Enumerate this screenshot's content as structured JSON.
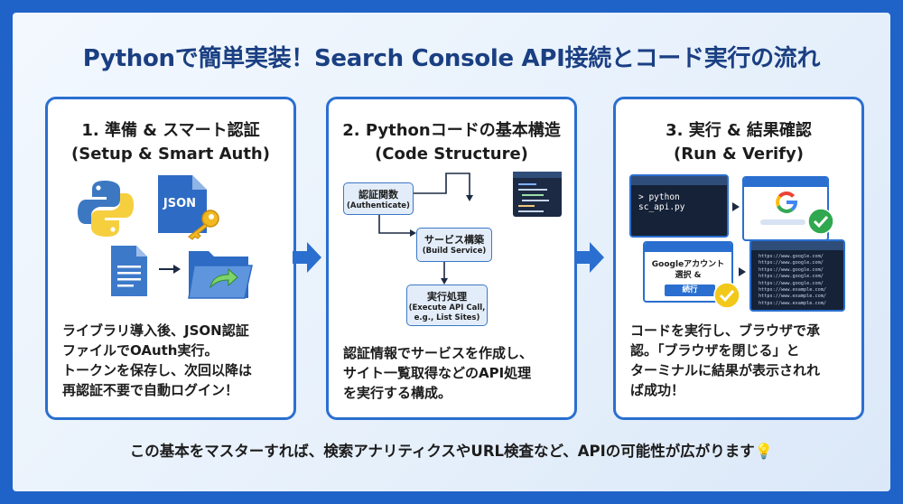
{
  "title": "Pythonで簡単実装！Search Console API接続とコード実行の流れ",
  "steps": [
    {
      "heading_line1": "1. 準備 & スマート認証",
      "heading_line2": "(Setup & Smart Auth)",
      "description": "ライブラリ導入後、JSON認証\nファイルでOAuth実行。\nトークンを保存し、次回以降は\n再認証不要で自動ログイン！",
      "icons": [
        "python-logo-icon",
        "json-file-icon",
        "key-icon",
        "document-icon",
        "right-arrow-icon",
        "open-folder-icon"
      ],
      "json_label": "JSON"
    },
    {
      "heading_line1": "2. Pythonコードの基本構造",
      "heading_line2": "(Code Structure)",
      "description": "認証情報でサービスを作成し、\nサイト一覧取得などのAPI処理\nを実行する構成。",
      "flow": {
        "auth": {
          "title": "認証関数",
          "sub": "(Authenticate)"
        },
        "build": {
          "title": "サービス構築",
          "sub": "(Build Service)"
        },
        "execute": {
          "title": "実行処理",
          "sub1": "(Execute API Call,",
          "sub2": "e.g., List Sites)"
        }
      }
    },
    {
      "heading_line1": "3. 実行 & 結果確認",
      "heading_line2": "(Run & Verify)",
      "description": "コードを実行し、ブラウザで承\n認。「ブラウザを閉じる」と\nターミナルに結果が表示されれ\nば成功！",
      "command": "> python sc_api.py",
      "dialog_text": "Googleアカウント\n選択 &",
      "continue_label": "続行",
      "urls": "https://www.google.com/\nhttps://www.google.com/\nhttps://www.google.com/\nhttps://www.google.com/\nhttps://www.google.com/\nhttps://www.example.com/\nhttps://www.example.com/\nhttps://www.example.com/"
    }
  ],
  "footer": "この基本をマスターすれば、検索アナリティクスやURL検査など、APIの可能性が広がります💡",
  "colors": {
    "frame": "#1f63c8",
    "title": "#1a3f82",
    "card_border": "#2a6fd0",
    "arrow": "#2a6fd0",
    "check": "#2fa84f",
    "check_yellow": "#f2c81b"
  }
}
